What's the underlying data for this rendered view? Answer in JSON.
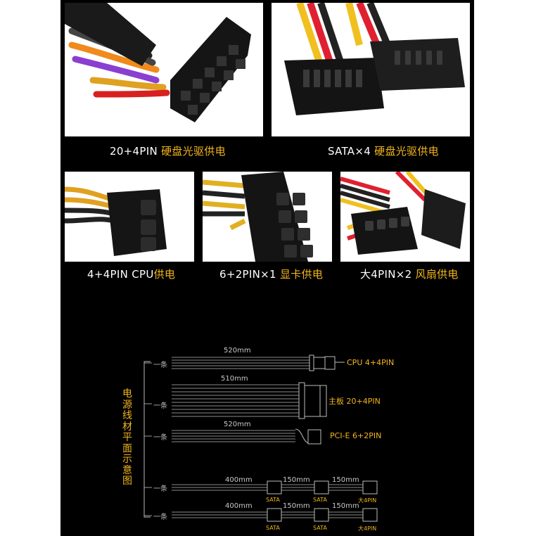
{
  "captions": {
    "c1": {
      "main": "20+4PIN ",
      "hl": "硬盘光驱供电"
    },
    "c2": {
      "main": "SATA×4 ",
      "hl": "硬盘光驱供电"
    },
    "c3": {
      "main": "4+4PIN CPU",
      "hl": "供电"
    },
    "c4": {
      "main": "6+2PIN×1 ",
      "hl": "显卡供电"
    },
    "c5": {
      "main": "大4PIN×2 ",
      "hl": "风扇供电"
    }
  },
  "diagram": {
    "side_label": "电源线材平面示意图",
    "one_label": "一条",
    "rows": [
      {
        "length": "520mm",
        "connector": "CPU 4+4PIN"
      },
      {
        "length": "510mm",
        "connector": "主板 20+4PIN"
      },
      {
        "length": "520mm",
        "connector": "PCI-E 6+2PIN"
      },
      {
        "seg1": "400mm",
        "seg2": "150mm",
        "seg3": "150mm",
        "c1": "SATA",
        "c2": "SATA",
        "c3": "大4PIN"
      },
      {
        "seg1": "400mm",
        "seg2": "150mm",
        "seg3": "150mm",
        "c1": "SATA",
        "c2": "SATA",
        "c3": "大4PIN"
      }
    ]
  },
  "colors": {
    "accent": "#f2b51d",
    "background": "#000000"
  }
}
